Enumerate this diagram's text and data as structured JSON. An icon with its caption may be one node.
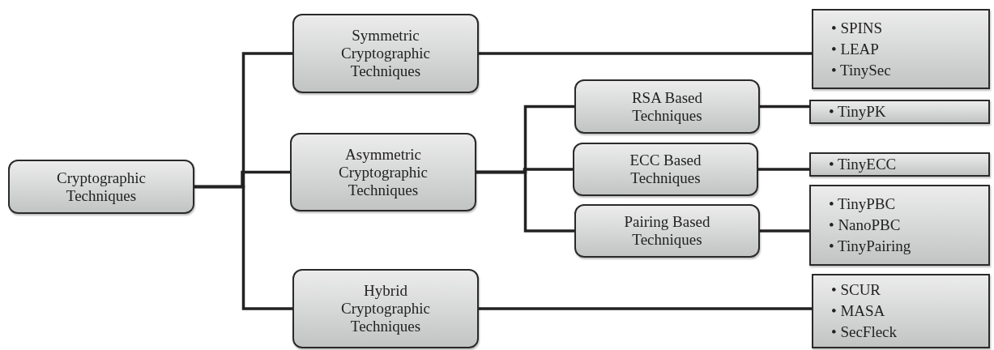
{
  "diagram": {
    "nodes": [
      {
        "text": [
          "Cryptographic Techniques"
        ]
      },
      {
        "text": [
          "Symmetric Cryptographic Techniques"
        ]
      },
      {
        "text": [
          "• SPINS",
          "• LEAP",
          "• TinySec"
        ]
      },
      {
        "text": [
          "Asymmetric Cryptographic Techniques"
        ]
      },
      {
        "text": [
          "RSA Based Techniques"
        ]
      },
      {
        "text": [
          "• TinyPK"
        ]
      },
      {
        "text": [
          "ECC Based Techniques"
        ]
      },
      {
        "text": [
          "• TinyECC"
        ]
      },
      {
        "text": [
          "Pairing Based Techniques"
        ]
      },
      {
        "text": [
          "• TinyPBC",
          "• NanoPBC",
          "• TinyPairing"
        ]
      },
      {
        "text": [
          "Hybrid Cryptographic Techniques"
        ]
      },
      {
        "text": [
          "• SCUR",
          "• MASA",
          "• SecFleck"
        ]
      }
    ],
    "edges": [
      {
        "from": 0,
        "to": 1,
        "arrow": "none"
      },
      {
        "from": 0,
        "to": 3,
        "arrow": "none"
      },
      {
        "from": 0,
        "to": 10,
        "arrow": "none"
      },
      {
        "from": 1,
        "to": 2,
        "arrow": "none"
      },
      {
        "from": 3,
        "to": 4,
        "arrow": "none"
      },
      {
        "from": 3,
        "to": 6,
        "arrow": "none"
      },
      {
        "from": 3,
        "to": 8,
        "arrow": "none"
      },
      {
        "from": 4,
        "to": 5,
        "arrow": "none"
      },
      {
        "from": 6,
        "to": 7,
        "arrow": "none"
      },
      {
        "from": 8,
        "to": 9,
        "arrow": "none"
      },
      {
        "from": 10,
        "to": 11,
        "arrow": "none"
      }
    ]
  }
}
